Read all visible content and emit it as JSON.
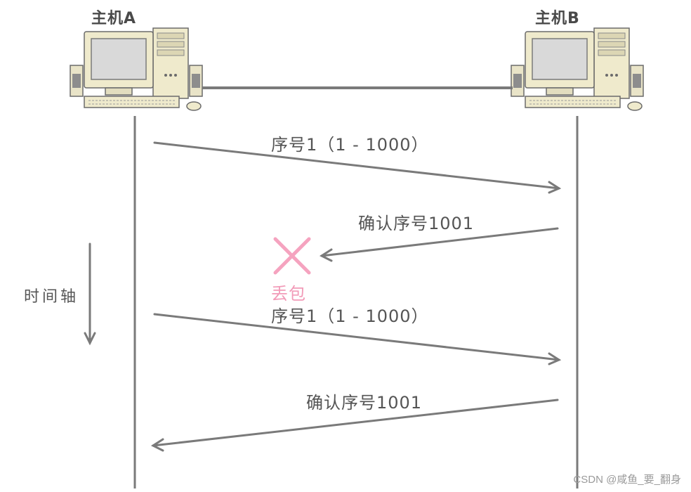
{
  "hosts": {
    "a": "主机A",
    "b": "主机B"
  },
  "messages": [
    {
      "label": "序号1（1 - 1000）",
      "direction": "A→B"
    },
    {
      "label": "确认序号1001",
      "direction": "B→A",
      "lost": true
    },
    {
      "label": "序号1（1 - 1000）",
      "direction": "A→B"
    },
    {
      "label": "确认序号1001",
      "direction": "B→A"
    }
  ],
  "loss_label": "丢包",
  "time_axis_label": "时间轴",
  "watermark": "CSDN @咸鱼_要_翻身",
  "colors": {
    "line": "#7a7a7a",
    "loss_mark": "#f5a3bf",
    "text": "#555555"
  }
}
